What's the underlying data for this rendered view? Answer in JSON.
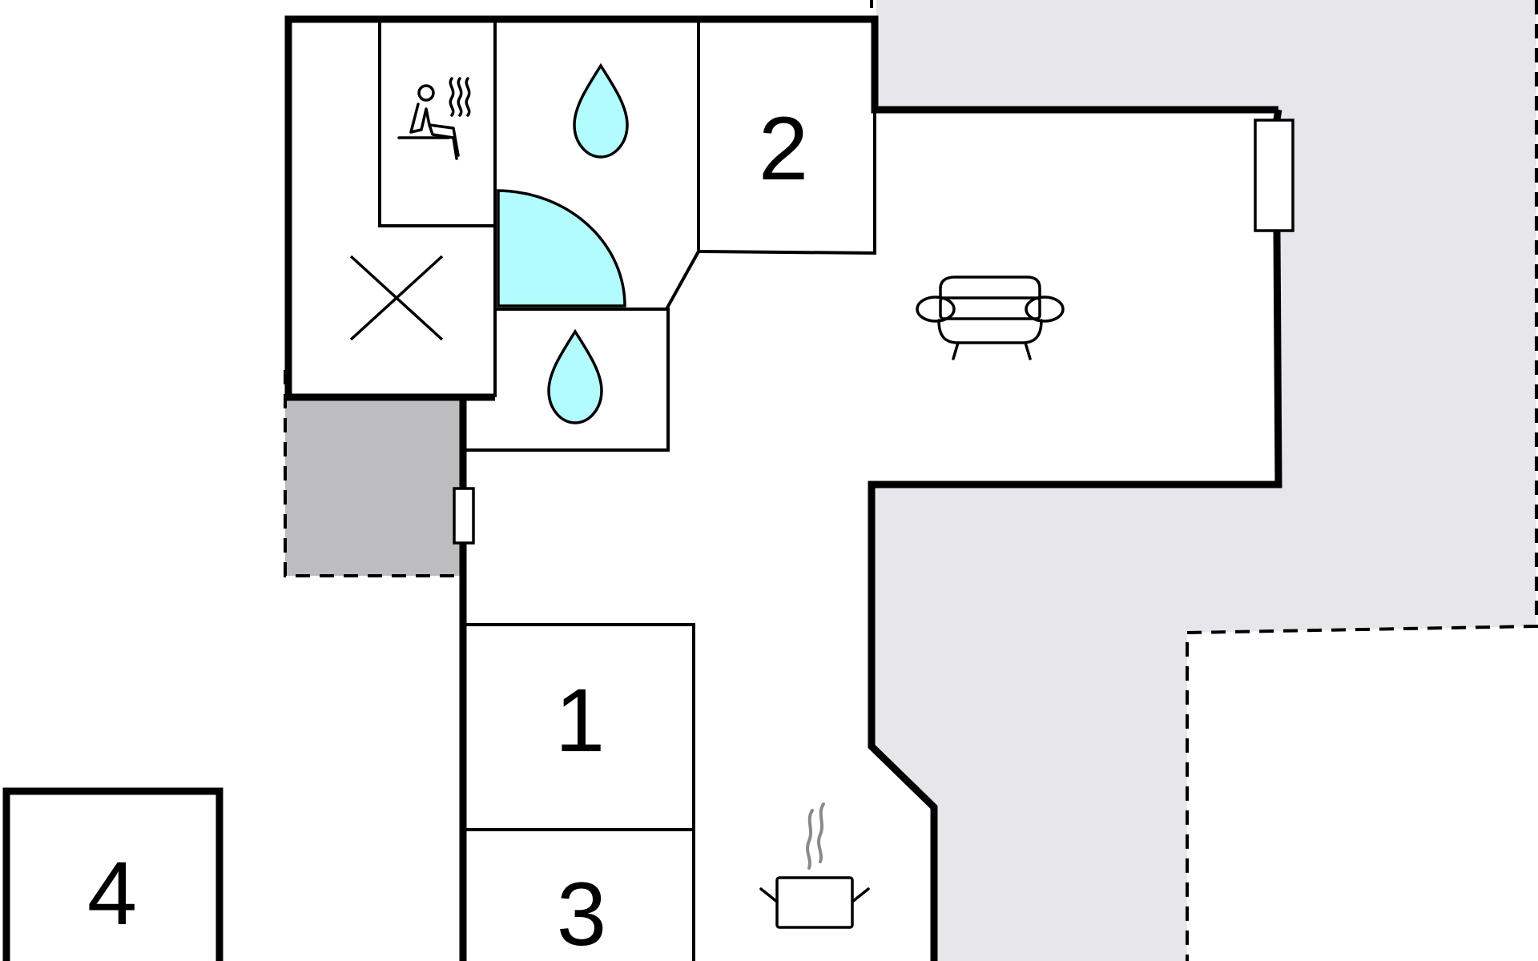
{
  "floorplan": {
    "rooms": [
      {
        "id": "room-1",
        "number": "1"
      },
      {
        "id": "room-2",
        "number": "2"
      },
      {
        "id": "room-3",
        "number": "3"
      },
      {
        "id": "room-4",
        "number": "4"
      }
    ],
    "icons": [
      "sauna-icon",
      "water-drop-icon",
      "water-drop-icon",
      "shower-icon",
      "cross-icon",
      "sofa-icon",
      "cooking-pot-icon",
      "window-icon",
      "window-icon"
    ],
    "colors": {
      "terrace": "#e6e6eb",
      "storage": "#bdbdbf",
      "water": "#b3fcfd",
      "wall": "#000000",
      "steam": "#8a8a8a"
    }
  }
}
